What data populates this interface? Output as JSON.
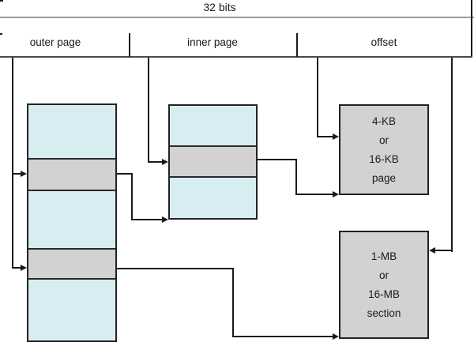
{
  "diagram": {
    "bit_width_label": "32 bits",
    "fields": {
      "outer": "outer page",
      "inner": "inner page",
      "offset": "offset"
    },
    "page_box": {
      "line1": "4-KB",
      "line2": "or",
      "line3": "16-KB",
      "line4": "page"
    },
    "section_box": {
      "line1": "1-MB",
      "line2": "or",
      "line3": "16-MB",
      "line4": "section"
    },
    "colors": {
      "table_fill": "#d8edf2",
      "entry_fill": "#d2d2d2",
      "box_fill": "#d2d2d2",
      "line": "#1a1a1a",
      "text": "#1a1a1a"
    }
  }
}
